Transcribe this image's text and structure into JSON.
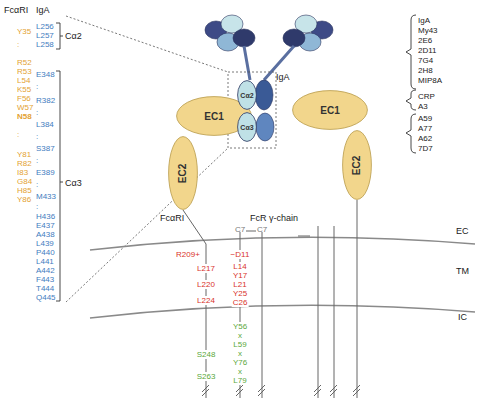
{
  "diagram": {
    "nodes": [
      {
        "text": [
          "Cα2"
        ]
      },
      {
        "text": [
          "Cα3"
        ]
      },
      {
        "text": [
          "EC1"
        ]
      },
      {
        "text": [
          "EC1"
        ]
      },
      {
        "text": [
          "EC2"
        ]
      },
      {
        "text": [
          "EC2"
        ]
      }
    ],
    "labels": [
      "FcαRI",
      "IgA",
      "Y35",
      ":",
      "R52",
      "R53",
      "L54",
      "K55",
      "F56",
      "W57",
      "N58",
      ":",
      "Y81",
      "R82",
      "I83",
      "G84",
      "H85",
      "Y86",
      "L256",
      "L257",
      "L258",
      "E348",
      ":",
      "R382",
      ":",
      "L384",
      ":",
      "S387",
      ":",
      "E389",
      ":",
      "M433",
      ":",
      "H436",
      "E437",
      "A438",
      "L439",
      "P440",
      "L441",
      "A442",
      "F443",
      "T444",
      "Q445",
      "Cα2",
      "Cα3",
      "IgA",
      "IgA",
      "My43",
      "2E6",
      "2D11",
      "7G4",
      "2H8",
      "MIP8A",
      "CRP",
      "A3",
      "A59",
      "A77",
      "A62",
      "7D7",
      "FcαRI",
      "FcR γ-chain",
      "EC",
      "TM",
      "IC",
      "C7",
      "C7",
      "R209+",
      "−D11",
      "L14",
      "Y17",
      "L21",
      "Y25",
      "C26",
      "L217",
      "L220",
      "L224",
      "S248",
      "S263",
      "Y56",
      "x",
      "L59",
      "x",
      "Y76",
      "x",
      "L79"
    ]
  }
}
